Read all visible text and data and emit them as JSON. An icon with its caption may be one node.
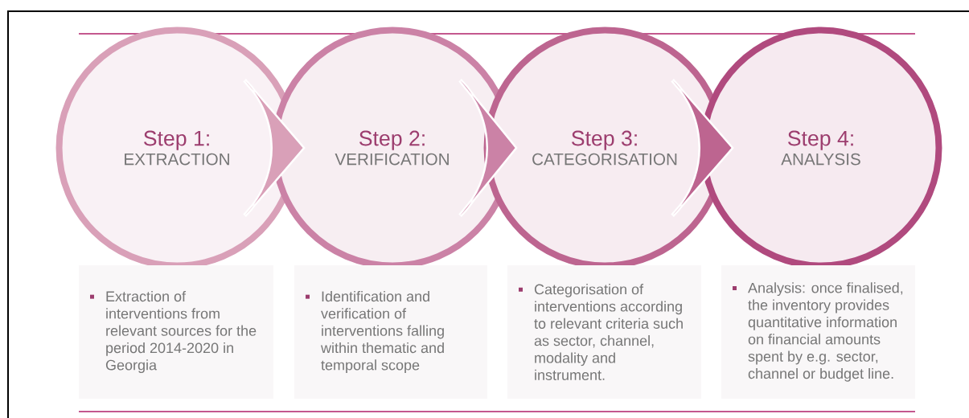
{
  "diagram": {
    "nodes": [
      {
        "text": [
          "Step 1:",
          "EXTRACTION"
        ]
      },
      {
        "text": [
          "Step 2:",
          "VERIFICATION"
        ]
      },
      {
        "text": [
          "Step 3:",
          "CATEGORISATION"
        ]
      },
      {
        "text": [
          "Step 4:",
          "ANALYSIS"
        ]
      },
      {
        "text": [
          "Extraction of interventions from relevant sources for the period 2014-2020 in Georgia"
        ]
      },
      {
        "text": [
          "Identification and verification of interventions falling within thematic and temporal scope"
        ]
      },
      {
        "text": [
          "Categorisation of interventions according to relevant criteria such as sector, channel, modality and instrument."
        ]
      },
      {
        "text": [
          "Analysis: once finalised, the inventory provides quantitative information on financial amounts spent by e.g. sector, channel or budget line."
        ]
      }
    ],
    "edges": [
      {
        "from": 0,
        "to": 1,
        "arrow": "to"
      },
      {
        "from": 1,
        "to": 2,
        "arrow": "to"
      },
      {
        "from": 2,
        "to": 3,
        "arrow": "to"
      }
    ]
  }
}
